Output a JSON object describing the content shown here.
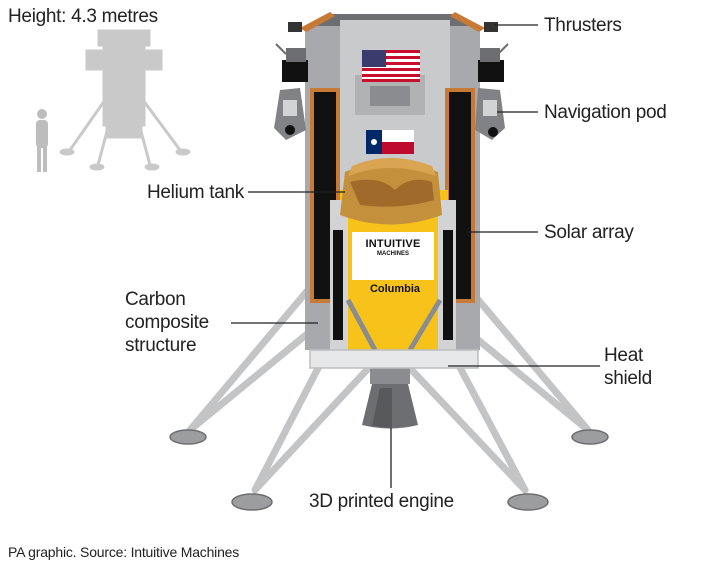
{
  "height_note": "Height: 4.3 metres",
  "labels": {
    "thrusters": "Thrusters",
    "navigation_pod": "Navigation pod",
    "helium_tank": "Helium tank",
    "solar_array": "Solar array",
    "carbon_structure": [
      "Carbon",
      "composite",
      "structure"
    ],
    "heat_shield": [
      "Heat",
      "shield"
    ],
    "engine": "3D printed engine"
  },
  "logos": {
    "intuitive_machines": [
      "INTUITIVE",
      "MACHINES"
    ],
    "columbia": "Columbia"
  },
  "credit": "PA graphic. Source: Intuitive Machines",
  "colors": {
    "body_grey": "#a7a9ac",
    "dark_grey": "#6d6e71",
    "light_grey": "#d1d3d4",
    "copper": "#c67a35",
    "gold": "#f7c21a",
    "tank": "#c4903c",
    "black": "#111111"
  }
}
